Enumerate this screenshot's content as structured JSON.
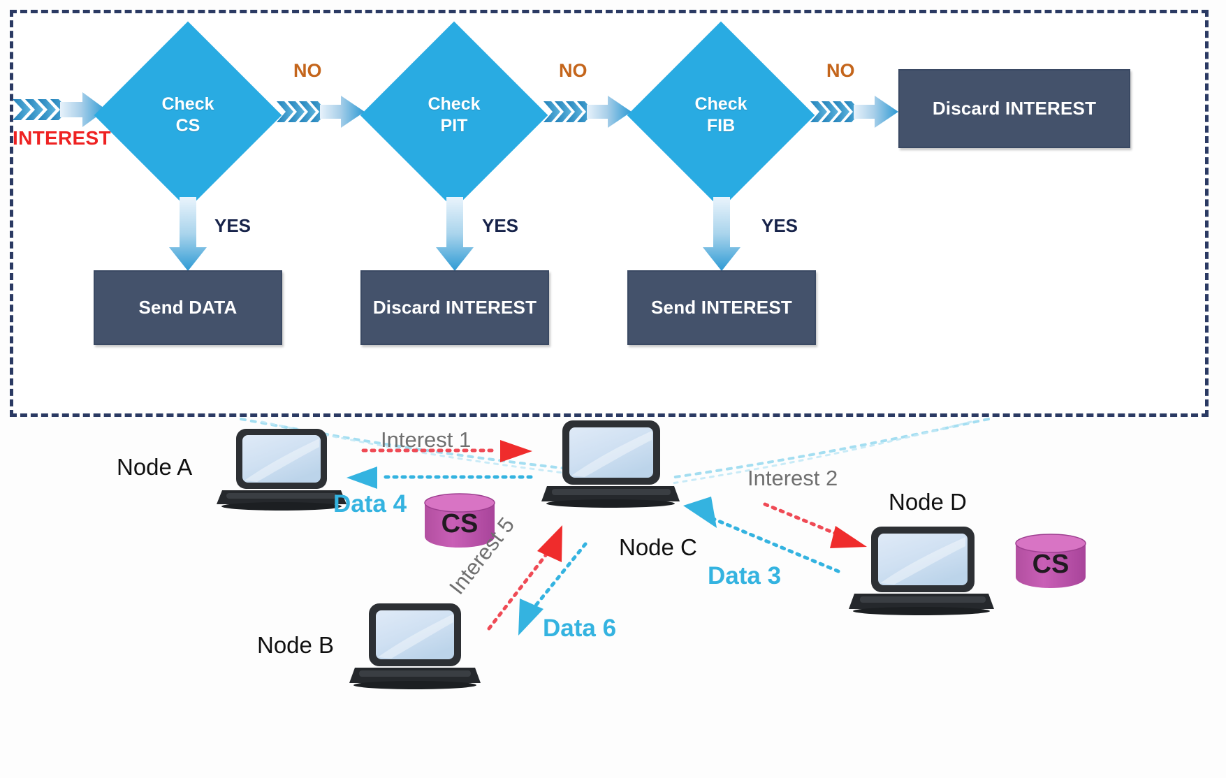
{
  "flowchart": {
    "input_label": "INTEREST",
    "decisions": [
      {
        "line1": "Check",
        "line2": "CS",
        "no_label": "NO",
        "yes_label": "YES",
        "yes_result": "Send DATA"
      },
      {
        "line1": "Check",
        "line2": "PIT",
        "no_label": "NO",
        "yes_label": "YES",
        "yes_result": "Discard INTEREST"
      },
      {
        "line1": "Check",
        "line2": "FIB",
        "no_label": "NO",
        "yes_label": "YES",
        "yes_result": "Send INTEREST"
      }
    ],
    "final_no_label": "NO",
    "final_result": "Discard INTEREST"
  },
  "network": {
    "nodes": [
      {
        "id": "node-a",
        "label": "Node A"
      },
      {
        "id": "node-b",
        "label": "Node B"
      },
      {
        "id": "node-c",
        "label": "Node C"
      },
      {
        "id": "node-d",
        "label": "Node D"
      }
    ],
    "stores": [
      {
        "id": "cs-store-c",
        "label": "CS"
      },
      {
        "id": "cs-store-d",
        "label": "CS"
      }
    ],
    "messages": [
      {
        "id": "interest-1",
        "label": "Interest 1",
        "kind": "interest",
        "from": "Node A",
        "to": "Node C"
      },
      {
        "id": "data-4",
        "label": "Data 4",
        "kind": "data",
        "from": "Node C",
        "to": "Node A"
      },
      {
        "id": "interest-2",
        "label": "Interest 2",
        "kind": "interest",
        "from": "Node C",
        "to": "Node D"
      },
      {
        "id": "data-3",
        "label": "Data 3",
        "kind": "data",
        "from": "Node D",
        "to": "Node C"
      },
      {
        "id": "interest-5",
        "label": "Interest 5",
        "kind": "interest",
        "from": "Node B",
        "to": "Node C"
      },
      {
        "id": "data-6",
        "label": "Data 6",
        "kind": "data",
        "from": "Node C",
        "to": "Node B"
      }
    ]
  },
  "colors": {
    "diamond_fill": "#29ABE2",
    "box_fill": "#44526b",
    "no_text": "#c4651b",
    "yes_text": "#17234a",
    "interest_text": "#ee2222",
    "interest_arrow": "#ef2c2c",
    "data_arrow": "#34b3e0",
    "store_fill": "#c455ad",
    "dashed_border": "#2b3a63",
    "link_dotted": "#8fd5ec"
  }
}
